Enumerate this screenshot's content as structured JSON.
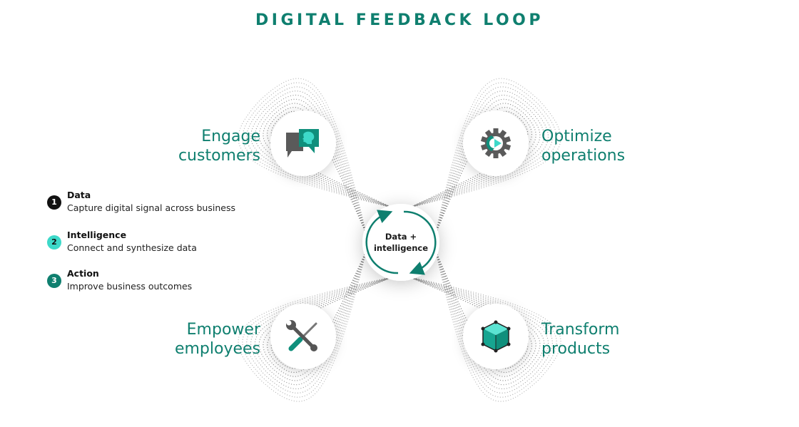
{
  "title": "DIGITAL FEEDBACK LOOP",
  "center": {
    "line1": "Data +",
    "line2": "intelligence"
  },
  "quadrants": {
    "engage": {
      "line1": "Engage",
      "line2": "customers",
      "icon": "chat-bubbles-icon"
    },
    "optimize": {
      "line1": "Optimize",
      "line2": "operations",
      "icon": "gear-icon"
    },
    "empower": {
      "line1": "Empower",
      "line2": "employees",
      "icon": "tools-icon"
    },
    "transform": {
      "line1": "Transform",
      "line2": "products",
      "icon": "cube-icon"
    }
  },
  "legend": [
    {
      "number": "1",
      "title": "Data",
      "description": "Capture digital signal across business"
    },
    {
      "number": "2",
      "title": "Intelligence",
      "description": "Connect and synthesize data"
    },
    {
      "number": "3",
      "title": "Action",
      "description": "Improve business outcomes"
    }
  ],
  "colors": {
    "teal": "#0f7f6f",
    "aqua": "#3dd9c9",
    "black": "#111111",
    "loop_dots": "#555555"
  }
}
